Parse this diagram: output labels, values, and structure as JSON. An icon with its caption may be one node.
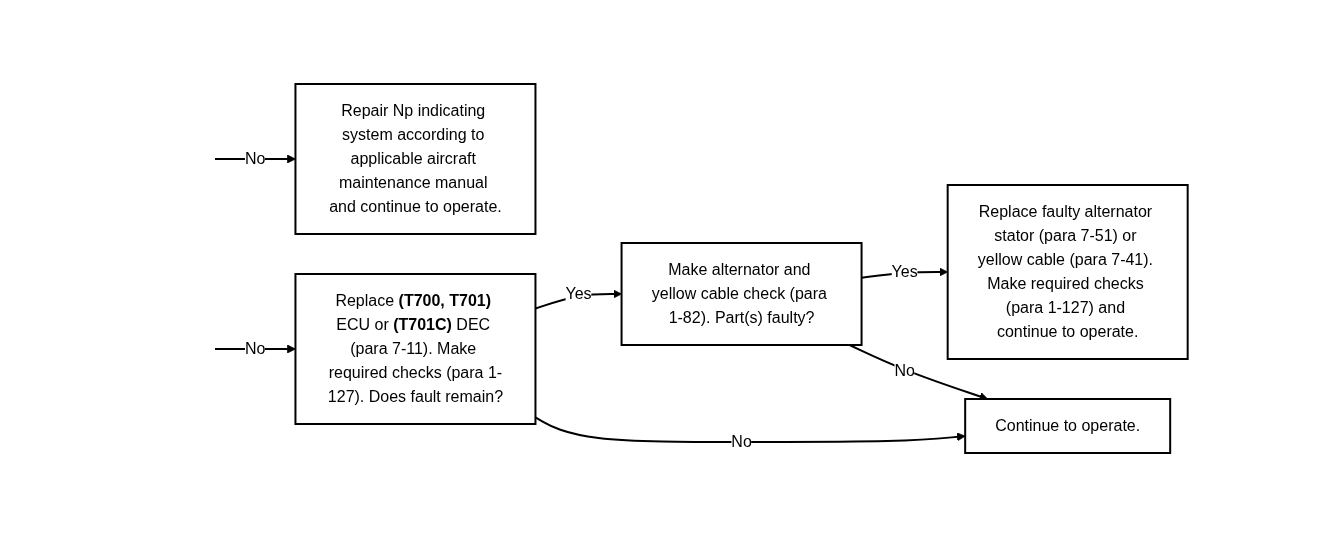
{
  "diagram": {
    "nodes": [
      {
        "text": [
          "Repair Np indicating system according to applicable aircraft maintenance manual and continue to operate."
        ]
      },
      {
        "text": [
          "Replace **(T700, T701)** ECU or **(T701C)** DEC (para 7-11). Make required checks (para 1-127). Does fault remain?"
        ]
      },
      {
        "text": [
          "Make alternator and yellow cable check (para 1-82). Part(s) faulty?"
        ]
      },
      {
        "text": [
          "Replace faulty alternator stator (para 7-51) or yellow cable (para 7-41). Make required checks (para 1-127) and continue to operate."
        ]
      },
      {
        "text": [
          "Continue to operate."
        ]
      }
    ],
    "edges": [
      {
        "from": null,
        "to": 0,
        "arrow": "to",
        "label": "No"
      },
      {
        "from": null,
        "to": 1,
        "arrow": "to",
        "label": "No"
      },
      {
        "from": 1,
        "to": 2,
        "arrow": "to",
        "label": "Yes"
      },
      {
        "from": 2,
        "to": 3,
        "arrow": "to",
        "label": "Yes"
      },
      {
        "from": 1,
        "to": 4,
        "arrow": "to",
        "label": "No"
      },
      {
        "from": 2,
        "to": 4,
        "arrow": "to",
        "label": "No"
      }
    ]
  }
}
